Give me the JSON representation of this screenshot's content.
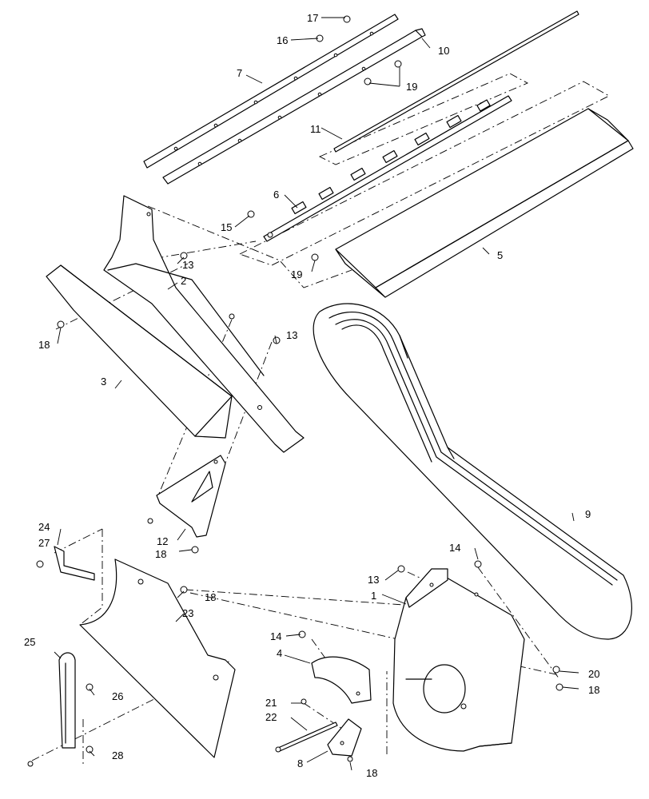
{
  "callouts": {
    "c1": "1",
    "c2": "2",
    "c3": "3",
    "c4": "4",
    "c5": "5",
    "c6": "6",
    "c7": "7",
    "c8": "8",
    "c9": "9",
    "c10": "10",
    "c11": "11",
    "c12": "12",
    "c13a": "13",
    "c13b": "13",
    "c13c": "13",
    "c14a": "14",
    "c14b": "14",
    "c15": "15",
    "c16": "16",
    "c17": "17",
    "c18a": "18",
    "c18b": "18",
    "c18c": "18",
    "c18d": "18",
    "c18e": "18",
    "c19a": "19",
    "c19b": "19",
    "c20": "20",
    "c21": "21",
    "c22": "22",
    "c23": "23",
    "c24": "24",
    "c25": "25",
    "c26": "26",
    "c27": "27",
    "c28": "28"
  },
  "colors": {
    "line": "#000000",
    "background": "#ffffff"
  }
}
